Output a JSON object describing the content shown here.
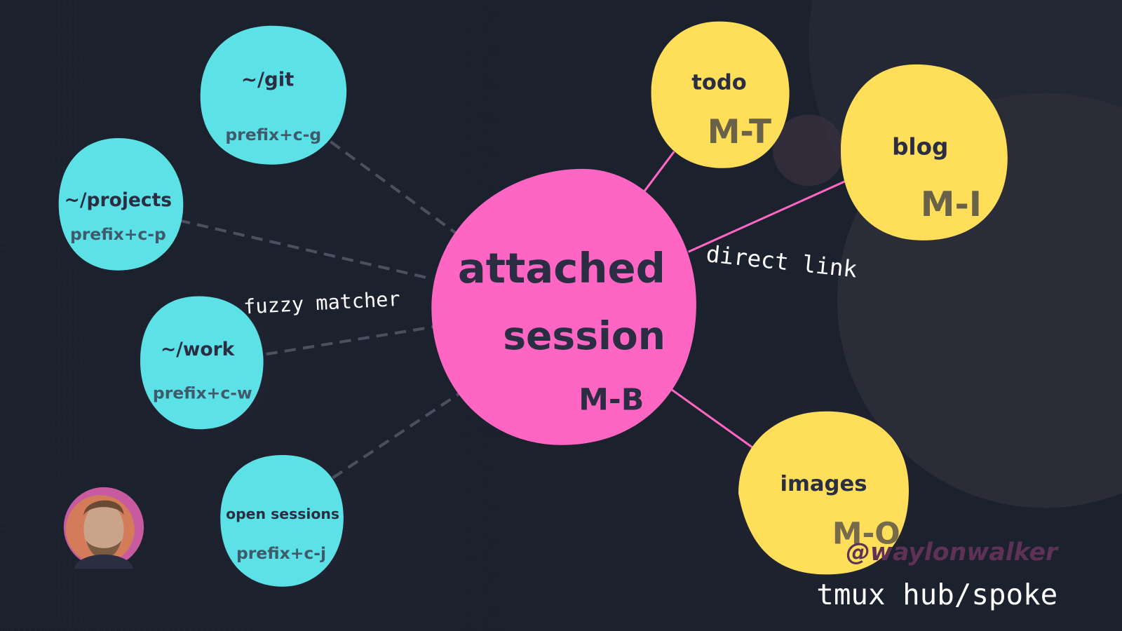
{
  "colors": {
    "background": "#1b212d",
    "spoke": "#5ce1e6",
    "hub": "#ff66c4",
    "direct": "#ffde59",
    "text_dark": "#2b2d42",
    "watermark": "#5e3157"
  },
  "hub": {
    "line1": "attached",
    "line2": "session",
    "key": "M-B"
  },
  "spokes": [
    {
      "title": "~/git",
      "key": "prefix+c-g"
    },
    {
      "title": "~/projects",
      "key": "prefix+c-p"
    },
    {
      "title": "~/work",
      "key": "prefix+c-w"
    },
    {
      "title": "open sessions",
      "key": "prefix+c-j"
    }
  ],
  "direct": [
    {
      "title": "todo",
      "key": "M-T"
    },
    {
      "title": "blog",
      "key": "M-I"
    },
    {
      "title": "images",
      "key": "M-O"
    }
  ],
  "labels": {
    "fuzzy": "fuzzy matcher",
    "direct": "direct link"
  },
  "watermark": "@waylonwalker",
  "caption": "tmux hub/spoke"
}
